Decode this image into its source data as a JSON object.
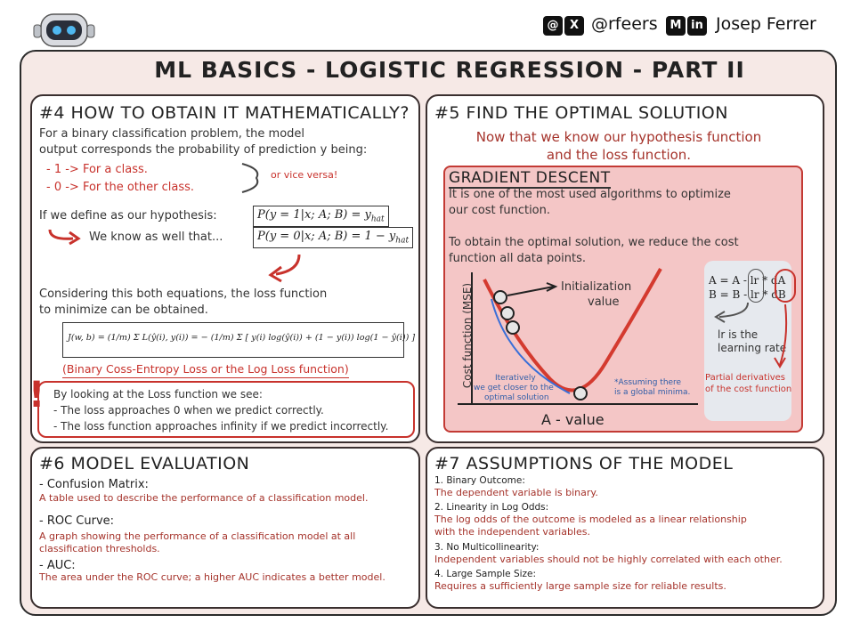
{
  "header": {
    "handle": "@rfeers",
    "author": "Josep Ferrer",
    "social_icons": [
      "threads-icon",
      "x-icon",
      "medium-icon",
      "linkedin-icon"
    ],
    "icon_glyphs": [
      "@",
      "X",
      "M",
      "in"
    ],
    "title": "ML BASICS - LOGISTIC REGRESSION - PART II"
  },
  "section4": {
    "title": "#4 HOW TO OBTAIN IT MATHEMATICALLY?",
    "intro_line1": "For a binary classification problem, the model",
    "intro_line2": "output corresponds the probability of prediction y being:",
    "item1": "- 1 -> For a class.",
    "item2": "- 0 -> For the other class.",
    "vice_versa": "or vice versa!",
    "hypothesis_label": "If we define as our hypothesis:",
    "eq1": "P(y = 1|x; A; B) = y",
    "eq1_sub": "hat",
    "know_label": "We know as well that...",
    "eq2": "P(y = 0|x; A; B) = 1 − y",
    "eq2_sub": "hat",
    "consider_line1": "Considering this both equations, the loss function",
    "consider_line2": "to minimize can be obtained.",
    "loss_formula": "J(w, b) = (1/m) Σ L(ŷ(i), y(i)) = − (1/m) Σ [ y(i) log(ŷ(i)) + (1 − y(i)) log(1 − ŷ(i)) ]",
    "loss_caption": "(Binary Coss-Entropy Loss or the Log Loss function)",
    "warn_line1": "By looking at the Loss function we see:",
    "warn_line2": "- The loss approaches 0 when we predict correctly.",
    "warn_line3": "- The loss function approaches infinity if we predict incorrectly."
  },
  "section5": {
    "title": "#5 FIND THE OPTIMAL SOLUTION",
    "subtitle_line1": "Now that we know our hypothesis function",
    "subtitle_line2": "and the loss function.",
    "gd_title": "GRADIENT DESCENT",
    "gd_line1": "It is one of the most used algorithms to optimize",
    "gd_line2": "our cost function.",
    "gd_line3": "To obtain the optimal solution, we reduce the cost",
    "gd_line4": "function all data points.",
    "y_axis_label": "Cost function (MSE)",
    "x_axis_label": "A - value",
    "init_label_line1": "Initialization",
    "init_label_line2": "value",
    "iter_line1": "Iteratively",
    "iter_line2": "we get closer to the",
    "iter_line3": "optimal solution",
    "assume_line1": "*Assuming there",
    "assume_line2": "is a global minima.",
    "update_a": "A = A - lr * dA",
    "update_b": "B = B - lr * dB",
    "lr_line1": "lr is the",
    "lr_line2": "learning rate",
    "partial_line1": "Partial derivatives",
    "partial_line2": "of the cost function"
  },
  "section6": {
    "title": "#6 MODEL EVALUATION",
    "item1_title": "- Confusion Matrix:",
    "item1_desc": "A table used to describe the performance of a classification model.",
    "item2_title": "- ROC Curve:",
    "item2_desc_line1": "A graph showing the performance of a classification model at all",
    "item2_desc_line2": "classification thresholds.",
    "item3_title": "- AUC:",
    "item3_desc": "The area under the ROC curve; a higher AUC indicates a better model."
  },
  "section7": {
    "title": "#7 ASSUMPTIONS OF THE MODEL",
    "a1_title": "1. Binary Outcome:",
    "a1_desc": "The dependent variable is binary.",
    "a2_title": "2. Linearity in Log Odds:",
    "a2_desc_line1": "The log odds of the outcome is modeled as a linear relationship",
    "a2_desc_line2": "with the independent variables.",
    "a3_title": "3. No Multicollinearity:",
    "a3_desc": "Independent variables should not be highly correlated with each other.",
    "a4_title": "4. Large Sample Size:",
    "a4_desc": "Requires a sufficiently large sample size for reliable results."
  },
  "colors": {
    "accent_red": "#c8322c",
    "frame_bg": "#f6e9e6",
    "gd_bg": "#f4c6c6",
    "rule_bg": "#e6e9ee",
    "curve_red": "#d43a2f",
    "path_blue": "#3a6fd8"
  }
}
